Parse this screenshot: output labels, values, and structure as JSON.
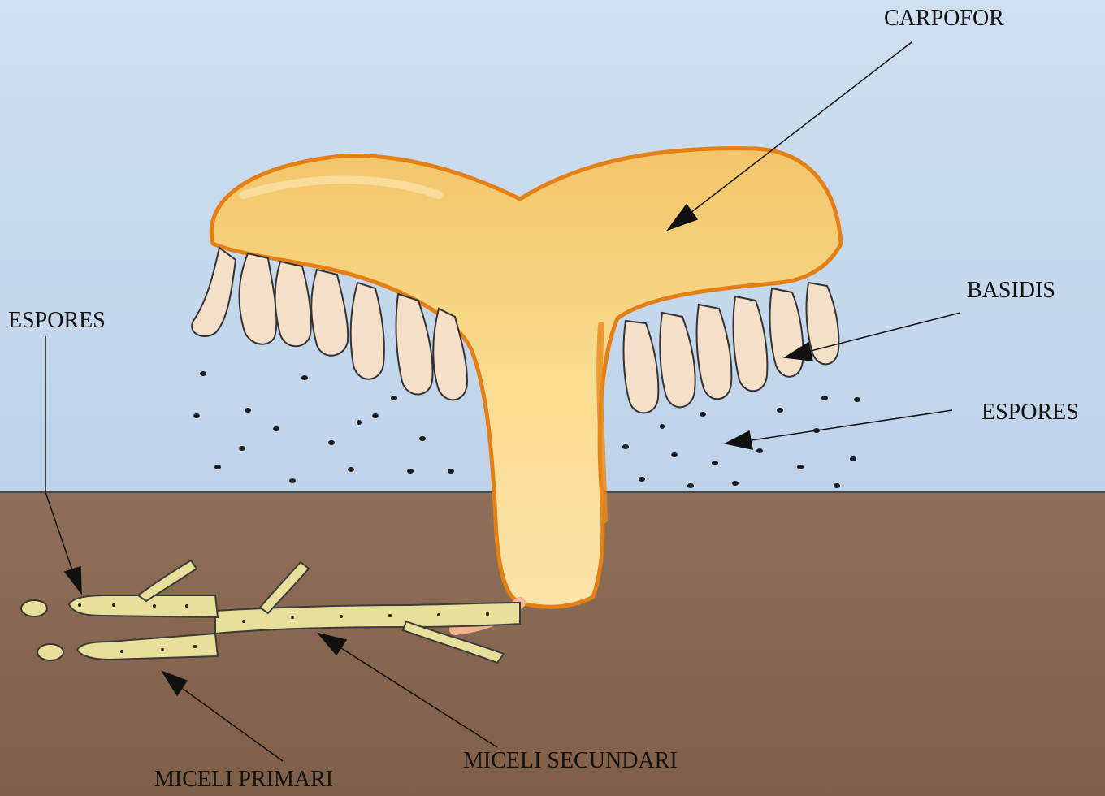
{
  "labels": {
    "carpofor": "CARPOFOR",
    "basidis": "BASIDIS",
    "espores_right": "ESPORES",
    "espores_left": "ESPORES",
    "miceli_primari": "MICELI PRIMARI",
    "miceli_secundari": "MICELI SECUNDARI"
  },
  "colors": {
    "sky": "#c9dbee",
    "soil": "#8a6a52",
    "fruiting_body": "#f6d27a",
    "fruiting_body_edge": "#e8871e",
    "hypha": "#e8df9a",
    "spore": "#1c1c1c"
  }
}
